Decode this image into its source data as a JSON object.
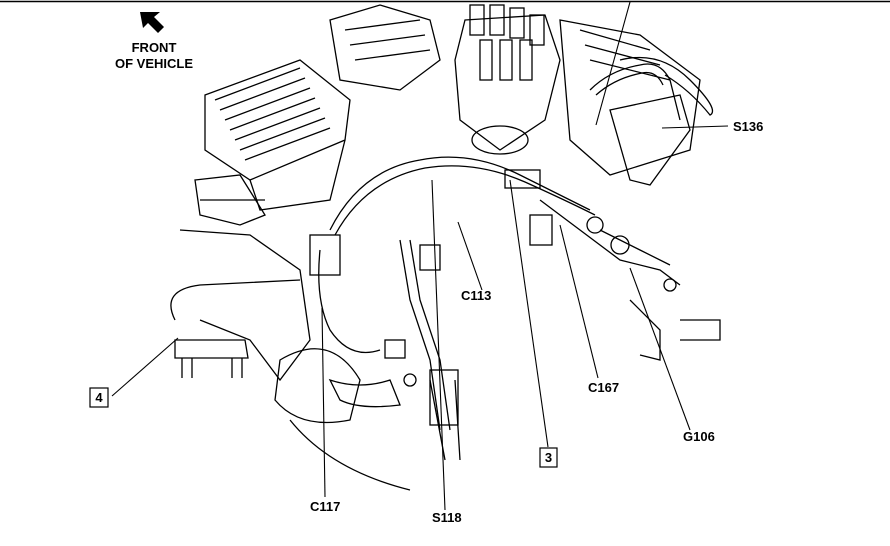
{
  "header": {
    "direction_line1": "FRONT",
    "direction_line2": "OF VEHICLE"
  },
  "callouts": {
    "s136": "S136",
    "c113": "C113",
    "c167": "C167",
    "g106": "G106",
    "c117": "C117",
    "s118": "S118",
    "box3": "3",
    "box4": "4"
  },
  "icons": {
    "direction_arrow": "arrow-up-left-icon"
  },
  "colors": {
    "line": "#000000",
    "background": "#ffffff"
  }
}
